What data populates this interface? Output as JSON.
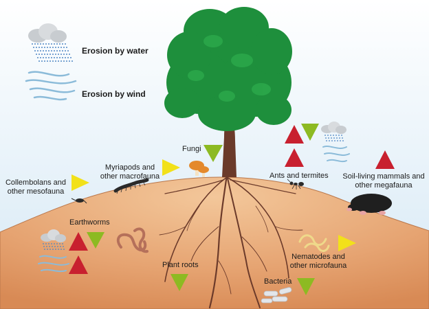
{
  "legend": {
    "erosion_water": "Erosion by water",
    "erosion_wind": "Erosion by wind"
  },
  "labels": {
    "fungi": "Fungi",
    "myriapods_line1": "Myriapods and",
    "myriapods_line2": "other macrofauna",
    "collembolans_line1": "Collembolans and",
    "collembolans_line2": "other mesofauna",
    "earthworms": "Earthworms",
    "plant_roots": "Plant roots",
    "ants": "Ants and termites",
    "mammals_line1": "Soil-living mammals and",
    "mammals_line2": "other megafauna",
    "nematodes_line1": "Nematodes and",
    "nematodes_line2": "other microfauna",
    "bacteria": "Bacteria"
  },
  "icons": {
    "cloud": "rain-cloud-icon",
    "wind": "wind-lines-icon",
    "increase": "red-triangle-up-icon",
    "decrease": "green-triangle-down-icon",
    "neutral": "yellow-triangle-right-icon"
  },
  "colors": {
    "increase": "#c8202f",
    "decrease": "#8dba22",
    "neutral": "#f2e11a",
    "soil": "#e6a874",
    "sky": "#dcecf7",
    "foliage": "#1e8f3c",
    "trunk": "#6b3a2a"
  }
}
